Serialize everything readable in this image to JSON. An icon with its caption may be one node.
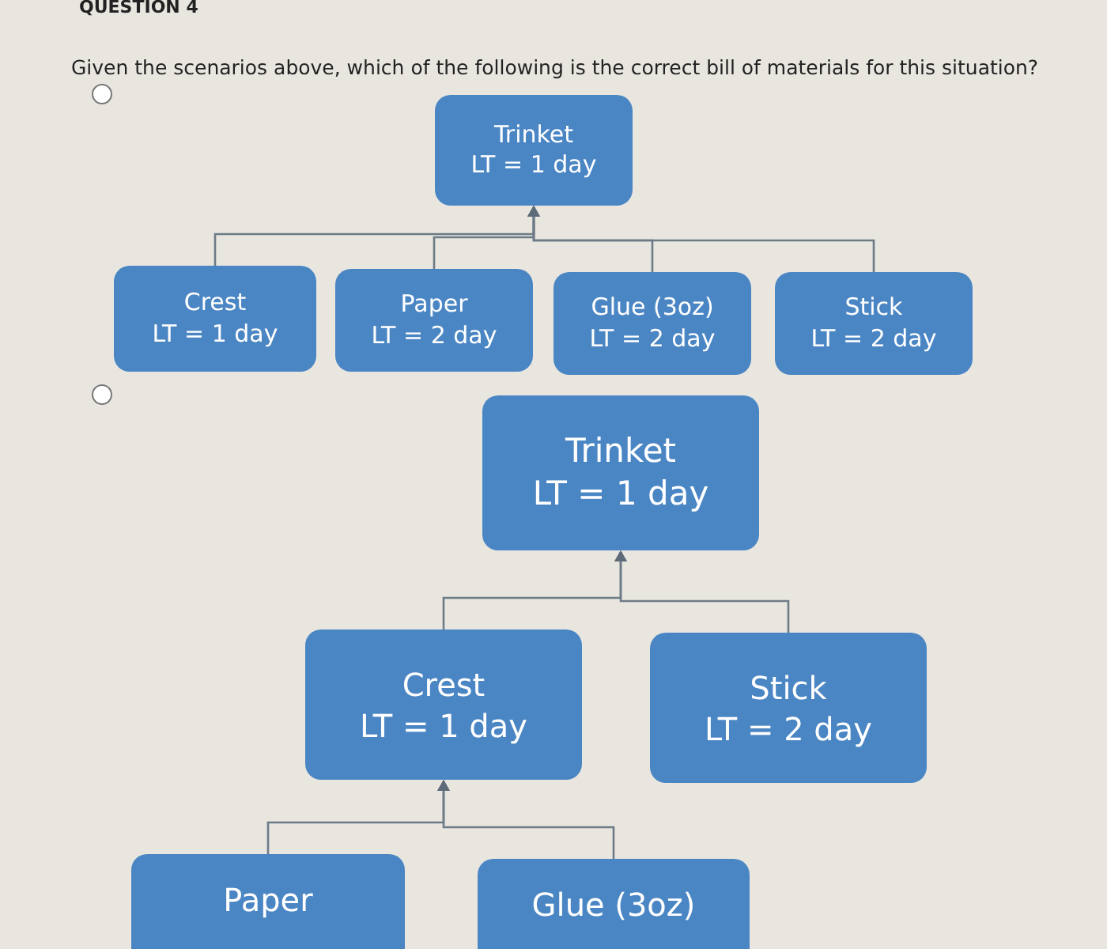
{
  "diagram": {
    "nodes": [
      {
        "text": [
          "Trinket",
          "LT = 1 day"
        ]
      },
      {
        "text": [
          "Crest",
          "LT = 1 day"
        ]
      },
      {
        "text": [
          "Paper",
          "LT = 2 day"
        ]
      },
      {
        "text": [
          "Glue (3oz)",
          "LT = 2 day"
        ]
      },
      {
        "text": [
          "Stick",
          "LT = 2 day"
        ]
      },
      {
        "text": [
          "Trinket",
          "LT = 1 day"
        ]
      },
      {
        "text": [
          "Crest",
          "LT = 1 day"
        ]
      },
      {
        "text": [
          "Stick",
          "LT = 2 day"
        ]
      },
      {
        "text": [
          "Paper"
        ]
      },
      {
        "text": [
          "Glue (3oz)"
        ]
      }
    ],
    "edges": [
      {
        "from": 1,
        "to": 0,
        "arrow": "to"
      },
      {
        "from": 2,
        "to": 0,
        "arrow": "to"
      },
      {
        "from": 3,
        "to": 0,
        "arrow": "to"
      },
      {
        "from": 4,
        "to": 0,
        "arrow": "to"
      },
      {
        "from": 6,
        "to": 5,
        "arrow": "to"
      },
      {
        "from": 7,
        "to": 5,
        "arrow": "to"
      },
      {
        "from": 8,
        "to": 6,
        "arrow": "to"
      },
      {
        "from": 9,
        "to": 6,
        "arrow": "to"
      }
    ],
    "labels": [
      "QUESTION 4",
      "Given the scenarios above, which of the following is the correct bill of materials for this situation?"
    ]
  }
}
